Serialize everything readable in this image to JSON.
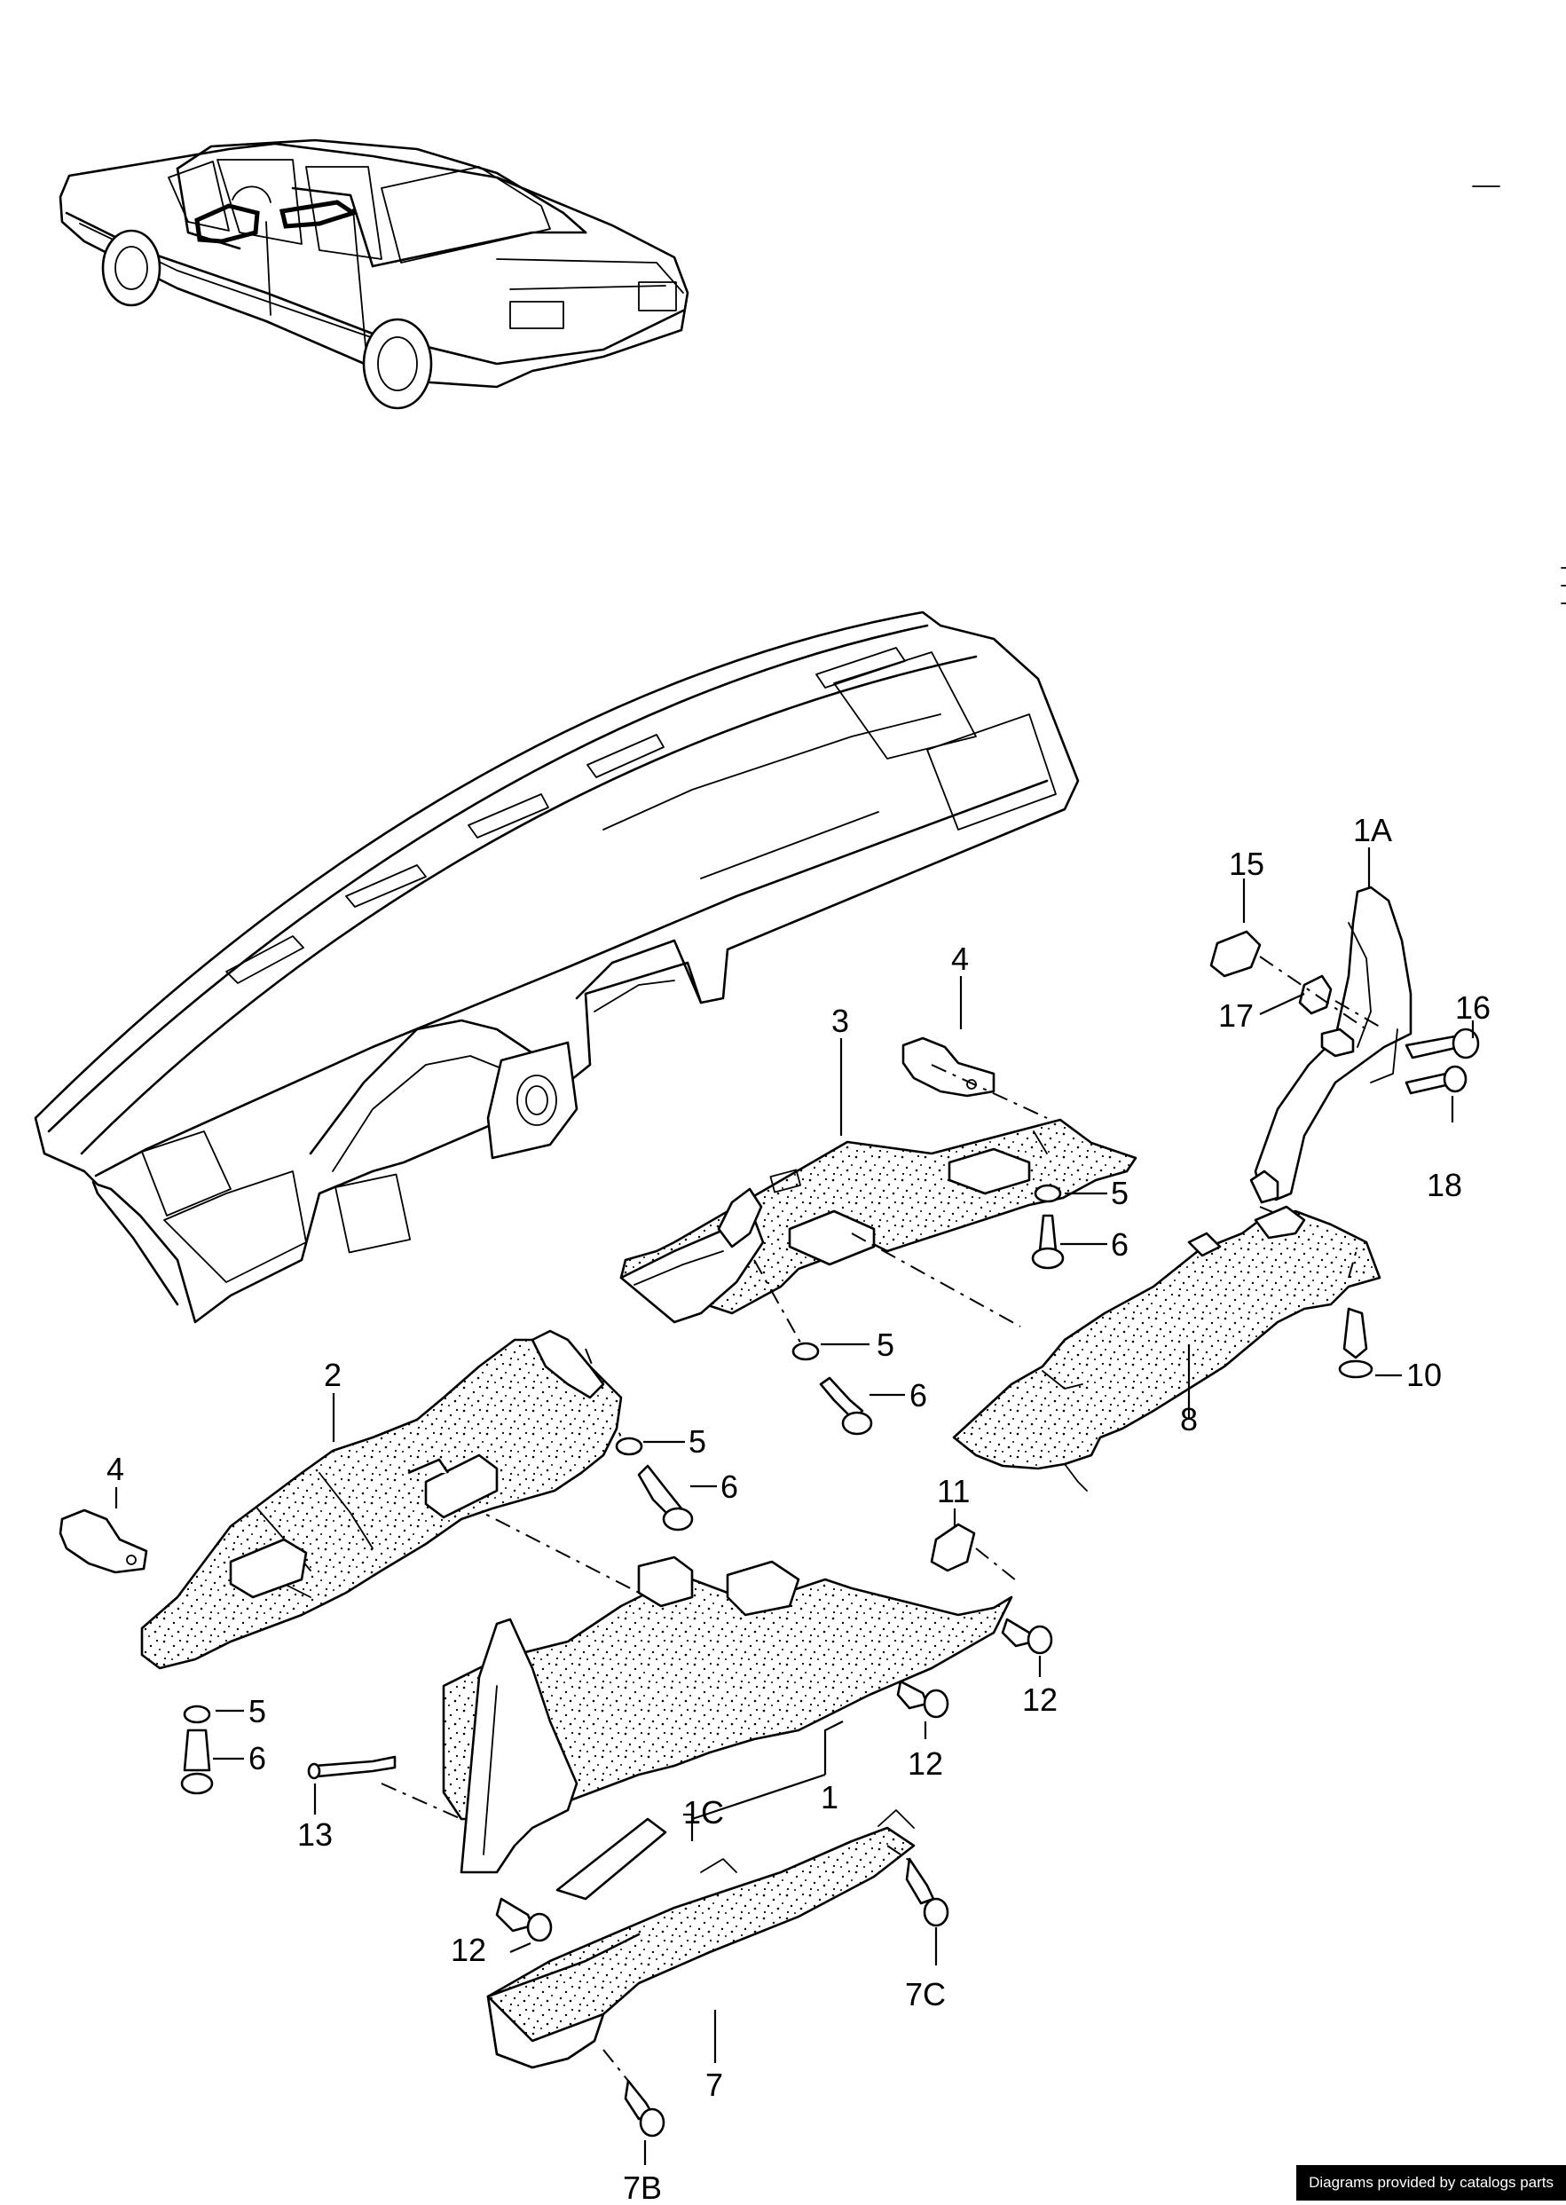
{
  "diagram": {
    "callouts": {
      "c1A": "1A",
      "c15": "15",
      "c16": "16",
      "c17": "17",
      "c18": "18",
      "c4a": "4",
      "c3": "3",
      "c5a": "5",
      "c6a": "6",
      "c5b": "5",
      "c6b": "6",
      "c10": "10",
      "c8": "8",
      "c2": "2",
      "c5c": "5",
      "c6c": "6",
      "c4b": "4",
      "c11": "11",
      "c12a": "12",
      "c12b": "12",
      "c5d": "5",
      "c6d": "6",
      "c1": "1",
      "c1C": "1C",
      "c13": "13",
      "c12c": "12",
      "c7C": "7C",
      "c7": "7",
      "c7B": "7B"
    },
    "parts": {
      "car": "car-overview",
      "dashboard": "dashboard-panel",
      "p3": "insulation-pad-3",
      "p2": "insulation-pad-2",
      "p8": "trim-strip-8",
      "p1": "lower-trim-1",
      "p7": "storage-tray-7",
      "p1A": "side-cover-1A"
    }
  },
  "credit": "Diagrams provided by catalogs parts"
}
